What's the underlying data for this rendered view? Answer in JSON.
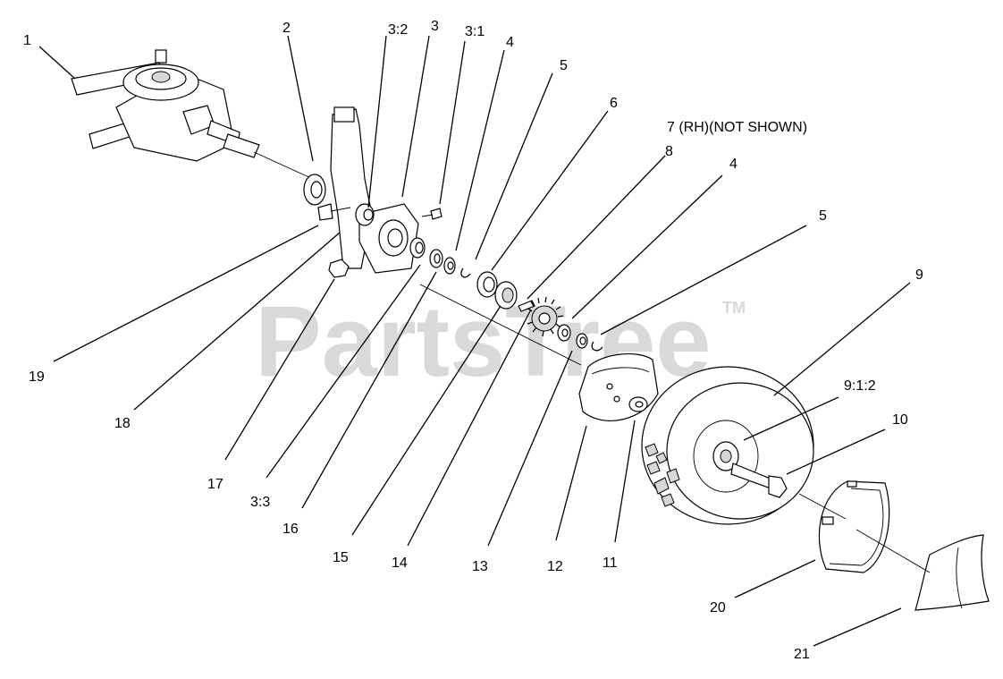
{
  "watermark": {
    "text": "PartsTree",
    "trademark": "TM"
  },
  "callouts": {
    "c1": "1",
    "c2": "2",
    "c3_2": "3:2",
    "c3": "3",
    "c3_1": "3:1",
    "c4a": "4",
    "c5a": "5",
    "c6": "6",
    "c7": "7 (RH)(NOT SHOWN)",
    "c8": "8",
    "c4b": "4",
    "c5b": "5",
    "c9": "9",
    "c9_1_2": "9:1:2",
    "c10": "10",
    "c19": "19",
    "c18": "18",
    "c17": "17",
    "c3_3": "3:3",
    "c16": "16",
    "c15": "15",
    "c14": "14",
    "c13": "13",
    "c12": "12",
    "c11": "11",
    "c20": "20",
    "c21": "21"
  }
}
